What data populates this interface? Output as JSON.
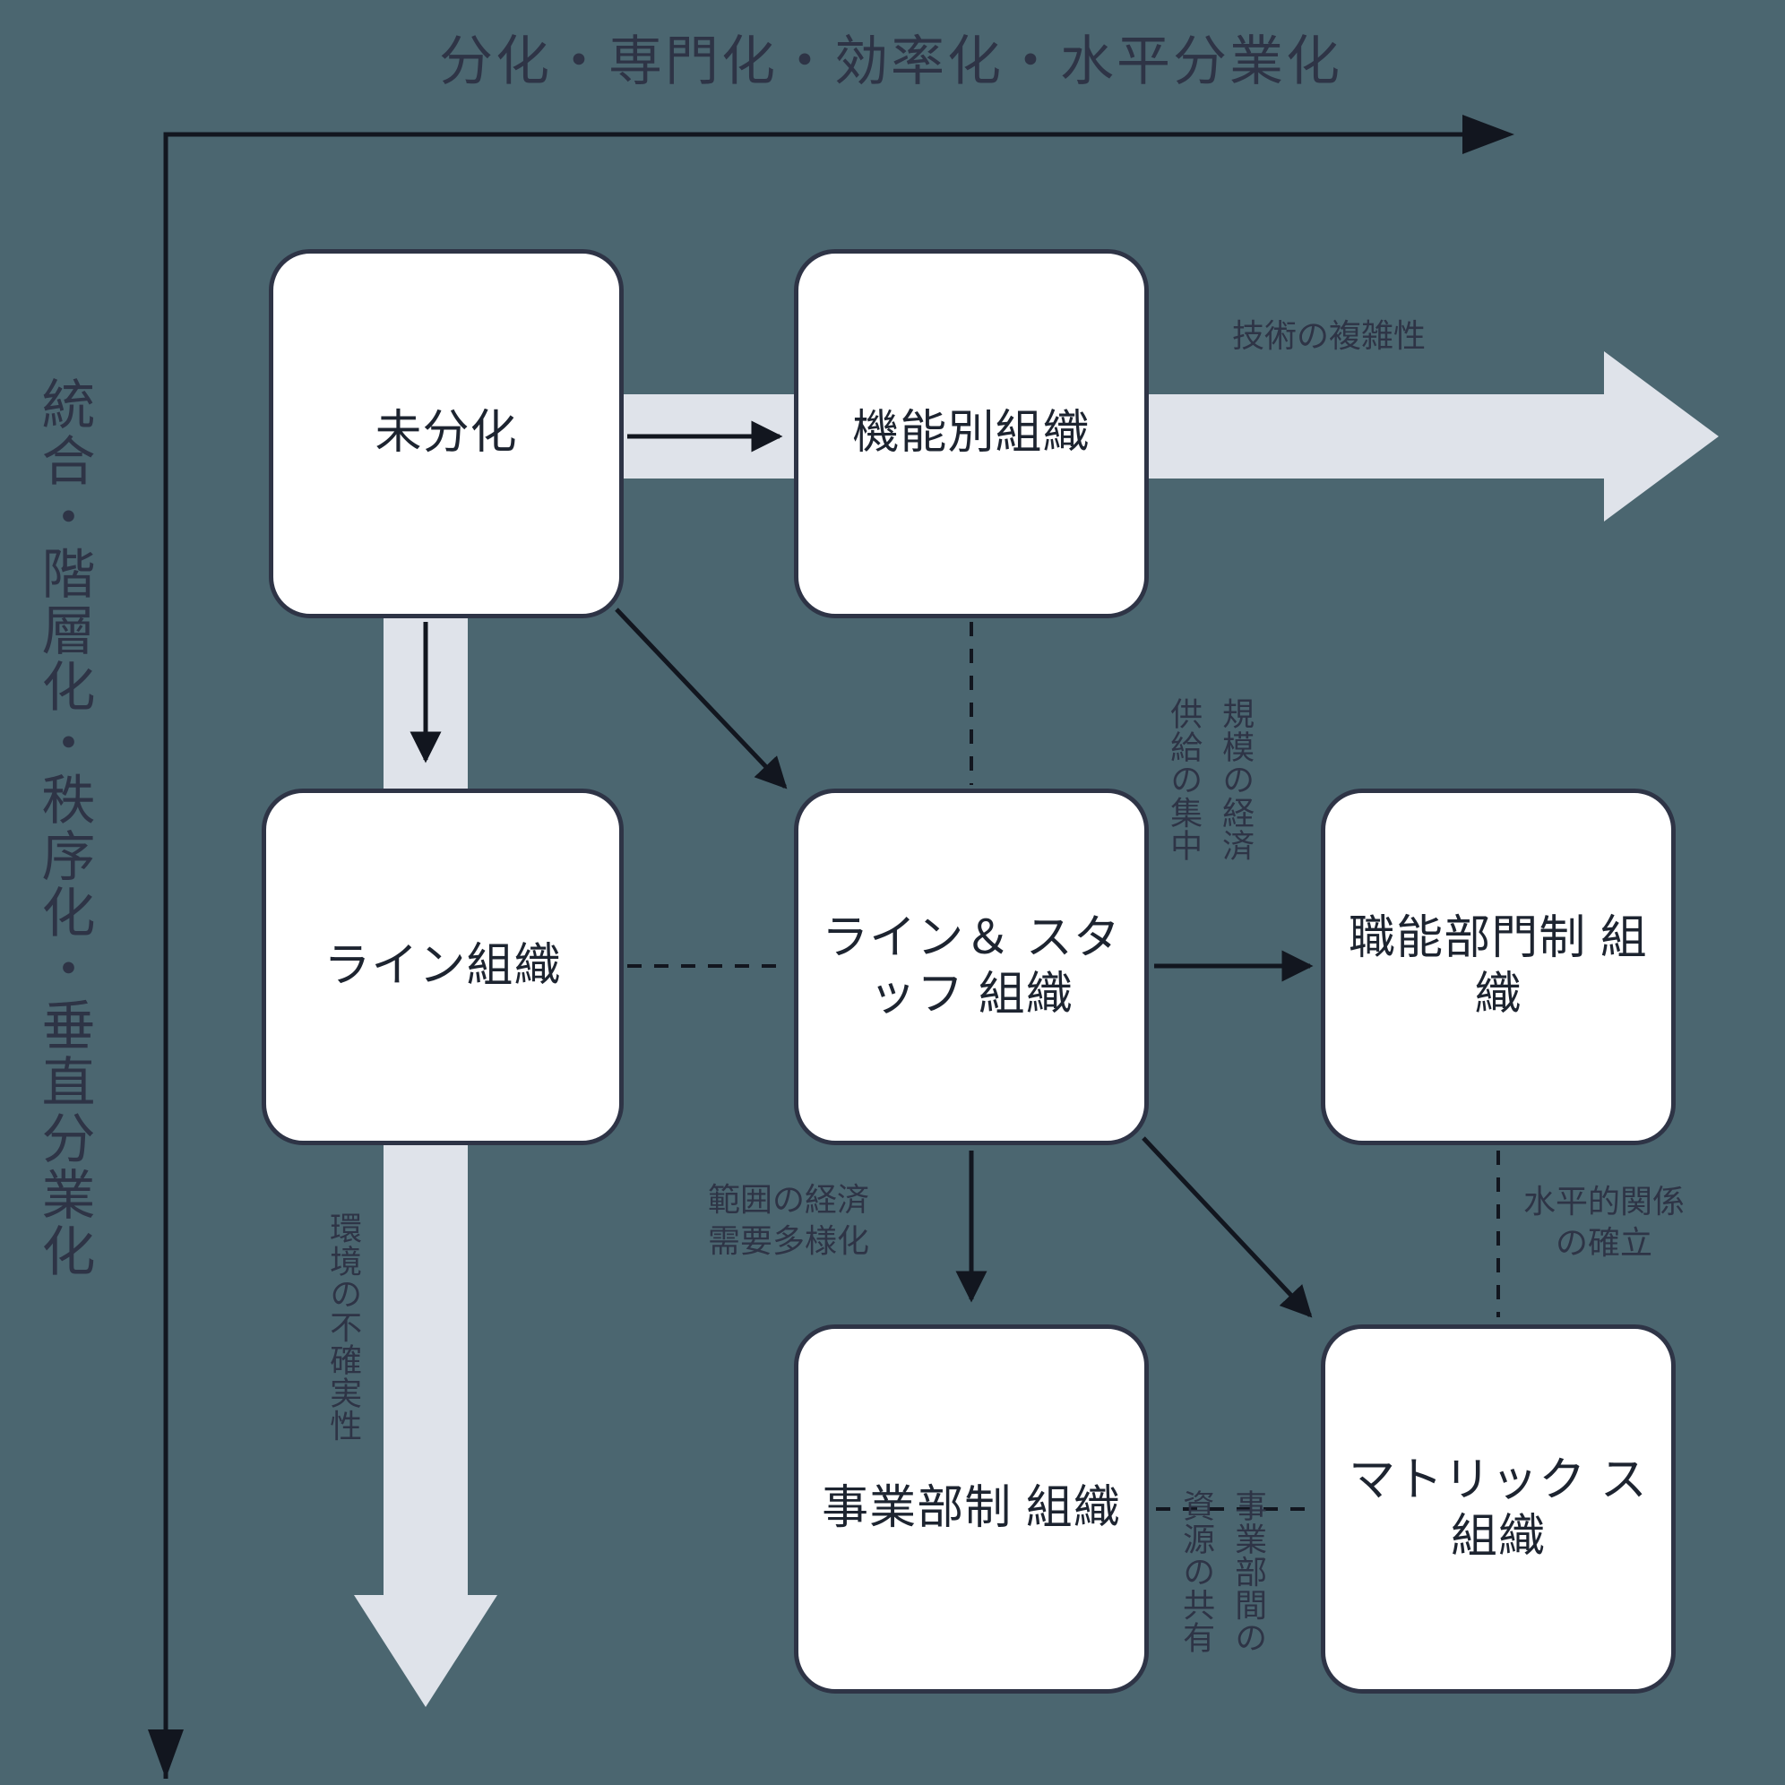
{
  "axes": {
    "top_title": "分化・専門化・効率化・水平分業化",
    "left_title": "統合・階層化・秩序化・垂直分業化"
  },
  "nodes": [
    {
      "id": "undifferentiated",
      "label": "未分化"
    },
    {
      "id": "functional",
      "label": "機能別組織"
    },
    {
      "id": "line",
      "label": "ライン組織"
    },
    {
      "id": "line-staff",
      "label": "ライン＆\nスタッフ\n組織"
    },
    {
      "id": "functional-division",
      "label": "職能部門制\n組織"
    },
    {
      "id": "divisional",
      "label": "事業部制\n組織"
    },
    {
      "id": "matrix",
      "label": "マトリック\nス組織"
    }
  ],
  "edge_labels": {
    "tech_complexity": "技術の複雑性",
    "scale_economy": "規模の経済",
    "supply_concentration": "供給の集中",
    "scope_economy": "範囲の経済\n需要多様化",
    "env_uncertainty": "環境の不確実性",
    "horizontal_relation": "水平的関係\nの確立",
    "resource_sharing": "資源の共有",
    "between_divisions": "事業部間の"
  },
  "colors": {
    "background": "#4b6670",
    "node_fill": "#ffffff",
    "node_border": "#2e3446",
    "band": "#dfe3ea",
    "text": "#2e3446"
  }
}
